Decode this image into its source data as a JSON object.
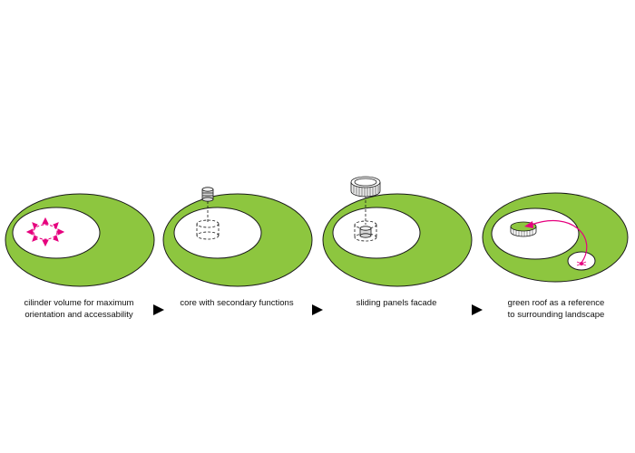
{
  "colors": {
    "green": "#8dc63f",
    "outline": "#1a1a1a",
    "accent": "#e6007e",
    "white": "#ffffff"
  },
  "steps": [
    {
      "caption_line1": "cilinder volume for maximum",
      "caption_line2": "orientation and accessability"
    },
    {
      "caption_line1": "core with secondary functions",
      "caption_line2": ""
    },
    {
      "caption_line1": "sliding panels facade",
      "caption_line2": ""
    },
    {
      "caption_line1": "green roof as a reference",
      "caption_line2": "to surrounding landscape"
    }
  ],
  "arrow_icons": [
    "play-arrow-icon",
    "play-arrow-icon",
    "play-arrow-icon"
  ]
}
